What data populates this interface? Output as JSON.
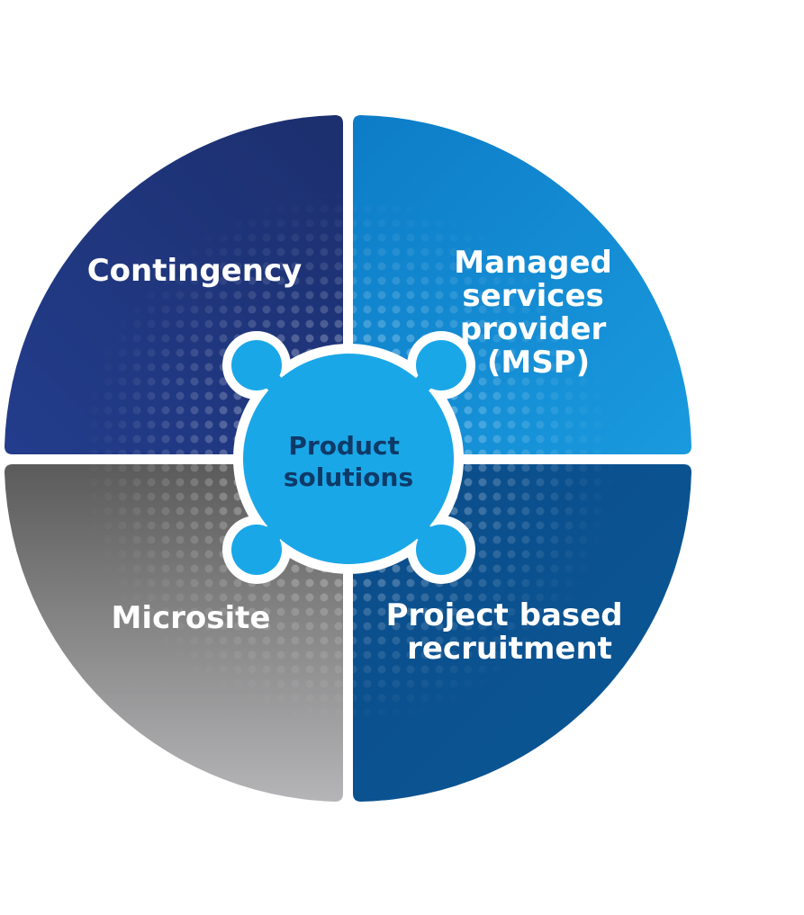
{
  "quadrants": [
    {
      "id": "top-left",
      "label_lines": [
        "Contingency"
      ],
      "colors": [
        "#1c2f6e",
        "#233d8c"
      ]
    },
    {
      "id": "top-right",
      "label_lines": [
        "Managed",
        "services",
        "provider",
        "(MSP)"
      ],
      "colors": [
        "#0d7cc7",
        "#1a9ade"
      ]
    },
    {
      "id": "bottom-right",
      "label_lines": [
        "Project based",
        "recruitment"
      ],
      "colors": [
        "#0c4c8a",
        "#0a5896"
      ]
    },
    {
      "id": "bottom-left",
      "label_lines": [
        "Microsite"
      ],
      "colors": [
        "#5b5b5b",
        "#b5b4b6"
      ]
    }
  ],
  "center": {
    "label_lines": [
      "Product",
      "solutions"
    ],
    "fill": "#1aa7e8",
    "label_color": "#0e3a68"
  }
}
